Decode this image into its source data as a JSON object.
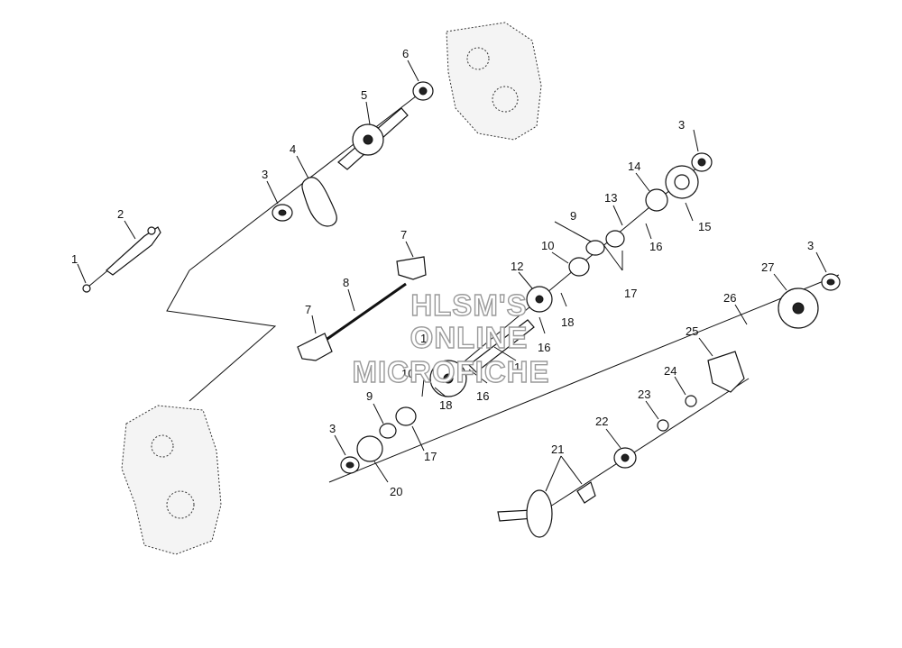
{
  "watermark": {
    "line1": "HLSM'S",
    "line2": "ONLINE",
    "line3": "MICROFICHE"
  },
  "callouts": [
    "1",
    "2",
    "3",
    "3",
    "3",
    "3",
    "4",
    "5",
    "6",
    "7",
    "7",
    "8",
    "9",
    "9",
    "10",
    "10",
    "11",
    "12",
    "13",
    "14",
    "15",
    "16",
    "16",
    "16",
    "17",
    "17",
    "18",
    "18",
    "19",
    "20",
    "21",
    "22",
    "23",
    "24",
    "25",
    "26",
    "27"
  ],
  "colors": {
    "ink": "#111111",
    "watermark_outline": "#9a9a9a",
    "background": "#ffffff"
  }
}
